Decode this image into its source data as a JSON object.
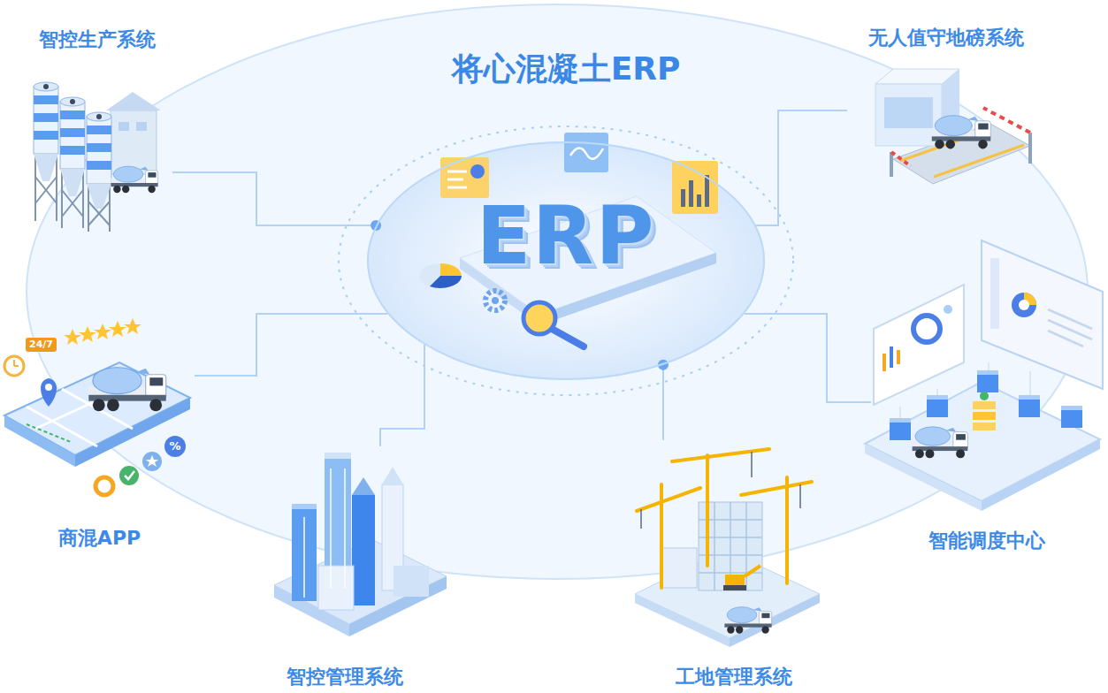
{
  "diagram": {
    "title": "将心混凝土ERP",
    "nodes": [
      {
        "text": [
          "智控生产系统"
        ]
      },
      {
        "text": [
          "无人值守地磅系统"
        ]
      },
      {
        "text": [
          "ERP"
        ]
      },
      {
        "text": [
          "商混APP"
        ]
      },
      {
        "text": [
          "智能调度中心"
        ]
      },
      {
        "text": [
          "智控管理系统"
        ]
      },
      {
        "text": [
          "工地管理系统"
        ]
      }
    ],
    "edges": [
      {
        "from": 2,
        "to": 0,
        "arrow": "none"
      },
      {
        "from": 2,
        "to": 1,
        "arrow": "none"
      },
      {
        "from": 2,
        "to": 3,
        "arrow": "none"
      },
      {
        "from": 2,
        "to": 4,
        "arrow": "none"
      },
      {
        "from": 2,
        "to": 5,
        "arrow": "none"
      },
      {
        "from": 2,
        "to": 6,
        "arrow": "none"
      }
    ],
    "labels": [
      "24/7",
      "%"
    ]
  }
}
